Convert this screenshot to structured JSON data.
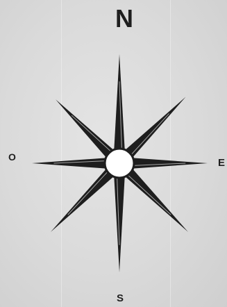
{
  "compass": {
    "north_label": "N",
    "west_label": "O",
    "east_label": "E",
    "south_label": "S",
    "point_count": 8
  },
  "colors": {
    "paper": "#dcdcdc",
    "ink": "#1e1e1e",
    "center_fill": "#ffffff"
  }
}
